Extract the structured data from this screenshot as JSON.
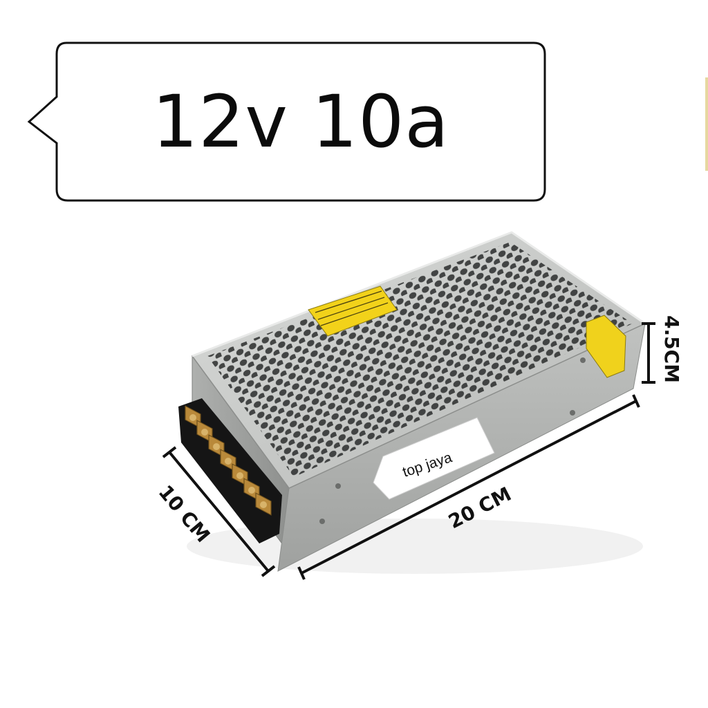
{
  "headline": "12v 10a",
  "tag_label": "top jaya",
  "dimensions": {
    "width": "10 CM",
    "length": "20 CM",
    "height": "4.5CM"
  },
  "colors": {
    "casing": "#c4c6c4",
    "warning_label": "#f2d21a",
    "terminal_brass": "#b9893a"
  }
}
